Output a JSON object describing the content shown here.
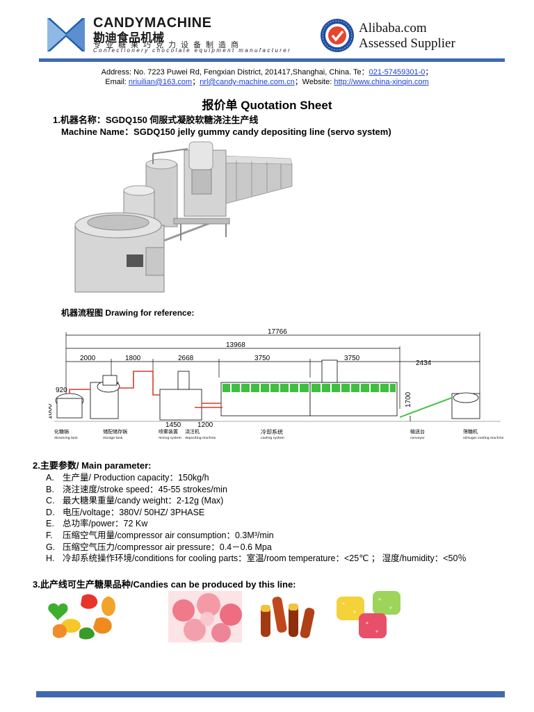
{
  "header": {
    "brand_name": "CANDYMACHINE",
    "brand_cn": "勘迪食品机械",
    "slogan_cn": "专业糖果巧克力设备制造商",
    "slogan_en": "Confectionery chocolate equipment manufacturer",
    "alibaba_line1": "Alibaba.com",
    "alibaba_line2": "Assessed Supplier",
    "brand_color": "#1f5fa8",
    "bar_color": "#4169b0"
  },
  "contact": {
    "address_label": "Address: No. 7223 Puwei Rd, Fengxian District, 201417,Shanghai, China. Te：",
    "phone": "021-57459301-0",
    "address_suffix": "；",
    "email_label": "Email: ",
    "email1": "nriuilian@163.com",
    "sep": "；",
    "email2": "nrl@candy-machine.com.cn",
    "website_label": "；Website: ",
    "website": "http://www.china-xinqin.com"
  },
  "title": "报价单 Quotation Sheet",
  "machine": {
    "line_cn": "1.机器名称：SGDQ150 伺服式凝胶软糖浇注生产线",
    "line_en": "Machine Name：SGDQ150 jelly gummy candy depositing line (servo system)"
  },
  "drawing": {
    "caption": "机器流程图 Drawing for reference:",
    "dims": {
      "total": "17766",
      "sub": "13968",
      "d1": "2000",
      "d2": "1800",
      "d3": "2668",
      "d4": "3750",
      "d5": "3750",
      "d6": "2434",
      "h1": "920",
      "h2": "1000",
      "h3": "1700",
      "w1": "1450",
      "w2": "1200"
    },
    "labels": {
      "l1_cn": "化糖锅",
      "l1_en": "dissolving tank",
      "l2_cn": "储配储存锅",
      "l2_en": "storage tank",
      "l3_cn": "喷雾装置",
      "l3_en": "mixing system",
      "l4_cn": "浇注机",
      "l4_en": "depositing machine",
      "l5_cn": "冷却系统",
      "l5_en": "cooling system",
      "l6_cn": "输送台",
      "l6_en": "conveyor",
      "l7_cn": "筛糖机",
      "l7_en": "oil/sugar coating machine"
    }
  },
  "params": {
    "heading": "2.主要参数/ Main parameter:",
    "items": [
      {
        "letter": "A.",
        "text": "生产量/ Production capacity：150kg/h"
      },
      {
        "letter": "B.",
        "text": "浇注速度/stroke speed：45-55 strokes/min"
      },
      {
        "letter": "C.",
        "text": "最大糖果重量/candy weight：2-12g (Max)"
      },
      {
        "letter": "D.",
        "text": "电压/voltage：380V/ 50HZ/ 3PHASE"
      },
      {
        "letter": "E.",
        "text": "总功率/power：72 Kw"
      },
      {
        "letter": "F.",
        "text": "压缩空气用量/compressor air consumption：0.3M³/min"
      },
      {
        "letter": "G.",
        "text": "压缩空气压力/compressor air pressure：0.4－0.6 Mpa"
      },
      {
        "letter": "H.",
        "text": "冷却系统操作环境/conditions for cooling parts：室温/room temperature：<25℃ ； 湿度/humidity：<50％"
      }
    ]
  },
  "candies": {
    "heading": "3.此产线可生产糖果品种/Candies can be produced by this line:"
  }
}
